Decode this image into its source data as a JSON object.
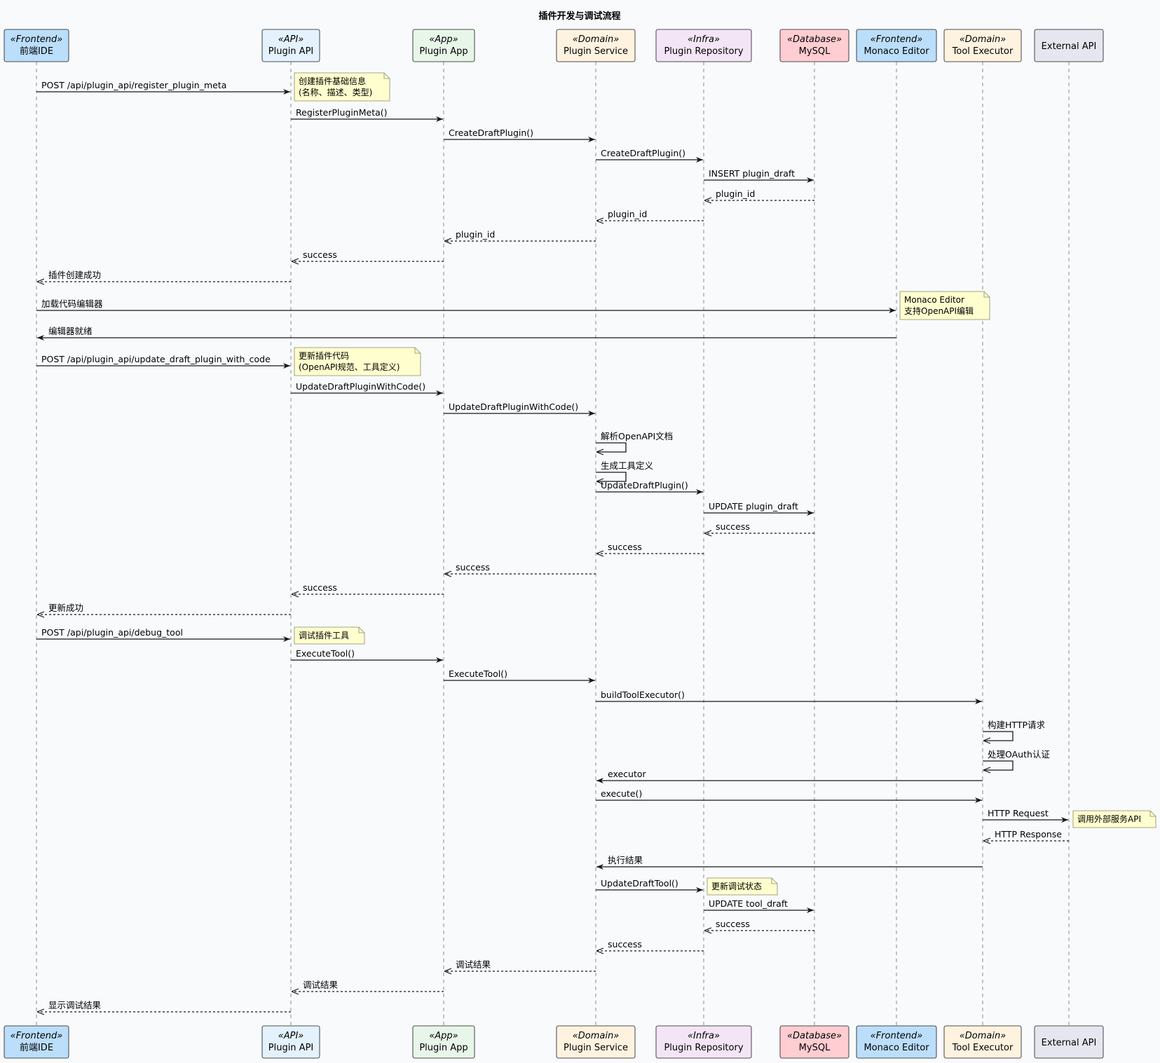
{
  "title": "插件开发与调试流程",
  "participants": [
    {
      "id": "ide",
      "stereotype": "«Frontend»",
      "name": "前端IDE",
      "fill": "#bbdefb"
    },
    {
      "id": "api",
      "stereotype": "«API»",
      "name": "Plugin API",
      "fill": "#e3f2fd"
    },
    {
      "id": "app",
      "stereotype": "«App»",
      "name": "Plugin App",
      "fill": "#e8f5e9"
    },
    {
      "id": "svc",
      "stereotype": "«Domain»",
      "name": "Plugin Service",
      "fill": "#fff3e0"
    },
    {
      "id": "repo",
      "stereotype": "«Infra»",
      "name": "Plugin Repository",
      "fill": "#f3e5f5"
    },
    {
      "id": "db",
      "stereotype": "«Database»",
      "name": "MySQL",
      "fill": "#ffcdd2"
    },
    {
      "id": "editor",
      "stereotype": "«Frontend»",
      "name": "Monaco Editor",
      "fill": "#bbdefb"
    },
    {
      "id": "exec",
      "stereotype": "«Domain»",
      "name": "Tool Executor",
      "fill": "#fff3e0"
    },
    {
      "id": "ext",
      "stereotype": "",
      "name": "External API",
      "fill": "#e6e6f0"
    }
  ],
  "messages": [
    {
      "from": "ide",
      "to": "api",
      "label": "POST /api/plugin_api/register_plugin_meta",
      "type": "sync"
    },
    {
      "from": "api",
      "to": "app",
      "label": "RegisterPluginMeta()",
      "type": "sync"
    },
    {
      "from": "app",
      "to": "svc",
      "label": "CreateDraftPlugin()",
      "type": "sync"
    },
    {
      "from": "svc",
      "to": "repo",
      "label": "CreateDraftPlugin()",
      "type": "sync"
    },
    {
      "from": "repo",
      "to": "db",
      "label": "INSERT plugin_draft",
      "type": "sync"
    },
    {
      "from": "db",
      "to": "repo",
      "label": "plugin_id",
      "type": "reply"
    },
    {
      "from": "repo",
      "to": "svc",
      "label": "plugin_id",
      "type": "reply"
    },
    {
      "from": "svc",
      "to": "app",
      "label": "plugin_id",
      "type": "reply"
    },
    {
      "from": "app",
      "to": "api",
      "label": "success",
      "type": "reply"
    },
    {
      "from": "api",
      "to": "ide",
      "label": "插件创建成功",
      "type": "reply"
    },
    {
      "from": "ide",
      "to": "editor",
      "label": "加载代码编辑器",
      "type": "sync"
    },
    {
      "from": "editor",
      "to": "ide",
      "label": "编辑器就绪",
      "type": "sync"
    },
    {
      "from": "ide",
      "to": "api",
      "label": "POST /api/plugin_api/update_draft_plugin_with_code",
      "type": "sync"
    },
    {
      "from": "api",
      "to": "app",
      "label": "UpdateDraftPluginWithCode()",
      "type": "sync"
    },
    {
      "from": "app",
      "to": "svc",
      "label": "UpdateDraftPluginWithCode()",
      "type": "sync"
    },
    {
      "from": "svc",
      "to": "svc",
      "label": "解析OpenAPI文档",
      "type": "self"
    },
    {
      "from": "svc",
      "to": "svc",
      "label": "生成工具定义",
      "type": "self"
    },
    {
      "from": "svc",
      "to": "repo",
      "label": "UpdateDraftPlugin()",
      "type": "sync"
    },
    {
      "from": "repo",
      "to": "db",
      "label": "UPDATE plugin_draft",
      "type": "sync"
    },
    {
      "from": "db",
      "to": "repo",
      "label": "success",
      "type": "reply"
    },
    {
      "from": "repo",
      "to": "svc",
      "label": "success",
      "type": "reply"
    },
    {
      "from": "svc",
      "to": "app",
      "label": "success",
      "type": "reply"
    },
    {
      "from": "app",
      "to": "api",
      "label": "success",
      "type": "reply"
    },
    {
      "from": "api",
      "to": "ide",
      "label": "更新成功",
      "type": "reply"
    },
    {
      "from": "ide",
      "to": "api",
      "label": "POST /api/plugin_api/debug_tool",
      "type": "sync"
    },
    {
      "from": "api",
      "to": "app",
      "label": "ExecuteTool()",
      "type": "sync"
    },
    {
      "from": "app",
      "to": "svc",
      "label": "ExecuteTool()",
      "type": "sync"
    },
    {
      "from": "svc",
      "to": "exec",
      "label": "buildToolExecutor()",
      "type": "sync"
    },
    {
      "from": "exec",
      "to": "exec",
      "label": "构建HTTP请求",
      "type": "self"
    },
    {
      "from": "exec",
      "to": "exec",
      "label": "处理OAuth认证",
      "type": "self"
    },
    {
      "from": "exec",
      "to": "svc",
      "label": "executor",
      "type": "sync"
    },
    {
      "from": "svc",
      "to": "exec",
      "label": "execute()",
      "type": "sync"
    },
    {
      "from": "exec",
      "to": "ext",
      "label": "HTTP Request",
      "type": "sync"
    },
    {
      "from": "ext",
      "to": "exec",
      "label": "HTTP Response",
      "type": "reply"
    },
    {
      "from": "exec",
      "to": "svc",
      "label": "执行结果",
      "type": "sync"
    },
    {
      "from": "svc",
      "to": "repo",
      "label": "UpdateDraftTool()",
      "type": "sync"
    },
    {
      "from": "repo",
      "to": "db",
      "label": "UPDATE tool_draft",
      "type": "sync"
    },
    {
      "from": "db",
      "to": "repo",
      "label": "success",
      "type": "reply"
    },
    {
      "from": "repo",
      "to": "svc",
      "label": "success",
      "type": "reply"
    },
    {
      "from": "svc",
      "to": "app",
      "label": "调试结果",
      "type": "reply"
    },
    {
      "from": "app",
      "to": "api",
      "label": "调试结果",
      "type": "reply"
    },
    {
      "from": "api",
      "to": "ide",
      "label": "显示调试结果",
      "type": "reply"
    }
  ],
  "notes": [
    {
      "after_message": 0,
      "lines": [
        "创建插件基础信息",
        "(名称、描述、类型)"
      ]
    },
    {
      "after_message": 10,
      "lines": [
        "Monaco Editor",
        "支持OpenAPI编辑"
      ]
    },
    {
      "after_message": 12,
      "lines": [
        "更新插件代码",
        "(OpenAPI规范、工具定义)"
      ]
    },
    {
      "after_message": 24,
      "lines": [
        "调试插件工具"
      ]
    },
    {
      "after_message": 32,
      "lines": [
        "调用外部服务API"
      ]
    },
    {
      "after_message": 35,
      "lines": [
        "更新调试状态"
      ]
    }
  ],
  "colors": {
    "line": "#181818",
    "lifeline": "#8a8a8a",
    "note_fill": "#fefece",
    "note_border": "#8a8a6a",
    "participant_border": "#181818"
  }
}
